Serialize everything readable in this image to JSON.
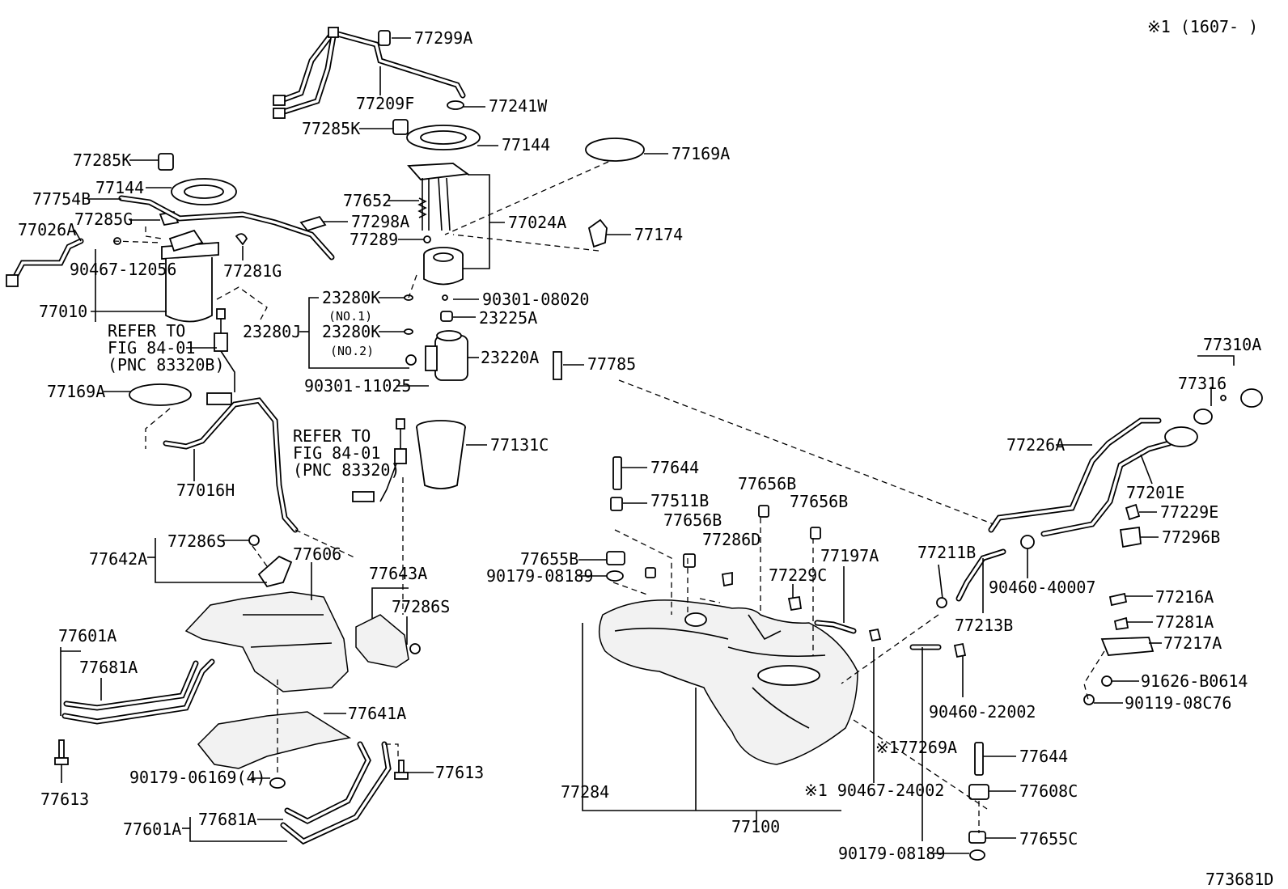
{
  "header": {
    "note": "※1 (1607-       )"
  },
  "footer": {
    "figure_code": "773681D"
  },
  "refer_notes": [
    {
      "line1": "REFER TO",
      "line2": "FIG 84-01",
      "line3": "(PNC 83320B)"
    },
    {
      "line1": "REFER TO",
      "line2": "FIG 84-01",
      "line3": "(PNC 83320)"
    }
  ],
  "sub_notes": {
    "no1": "(NO.1)",
    "no2": "(NO.2)"
  },
  "labels": {
    "p77299A": "77299A",
    "p77209F": "77209F",
    "p77241W": "77241W",
    "p77285K_a": "77285K",
    "p77144_a": "77144",
    "p77169A_a": "77169A",
    "p77285K_b": "77285K",
    "p77144_b": "77144",
    "p77754B": "77754B",
    "p77285G": "77285G",
    "p77026A": "77026A",
    "p90467_12056": "90467-12056",
    "p77010": "77010",
    "p77281G": "77281G",
    "p77652": "77652",
    "p77298A": "77298A",
    "p77289": "77289",
    "p77024A": "77024A",
    "p77174": "77174",
    "p23280K_1": "23280K",
    "p90301_08020": "90301-08020",
    "p23280J": "23280J",
    "p23225A": "23225A",
    "p23280K_2": "23280K",
    "p23220A": "23220A",
    "p90301_11025": "90301-11025",
    "p77785": "77785",
    "p77169A_b": "77169A",
    "p77016H": "77016H",
    "p77131C": "77131C",
    "p77310A": "77310A",
    "p77316": "77316",
    "p77226A": "77226A",
    "p77201E": "77201E",
    "p77229E": "77229E",
    "p77296B": "77296B",
    "p77644_a": "77644",
    "p77656B_a": "77656B",
    "p77511B": "77511B",
    "p77656B_b": "77656B",
    "p77656B_c": "77656B",
    "p77286D": "77286D",
    "p77642A": "77642A",
    "p77286S_a": "77286S",
    "p77606": "77606",
    "p77643A": "77643A",
    "p77655B": "77655B",
    "p90179_08189_a": "90179-08189",
    "p77229C": "77229C",
    "p77197A": "77197A",
    "p77211B": "77211B",
    "p90460_40007": "90460-40007",
    "p77286S_b": "77286S",
    "p77213B": "77213B",
    "p77216A": "77216A",
    "p77281A": "77281A",
    "p77217A": "77217A",
    "p77601A_a": "77601A",
    "p77681A_a": "77681A",
    "p91626_B0614": "91626-B0614",
    "p90119_08C76": "90119-08C76",
    "p77641A": "77641A",
    "p90460_22002": "90460-22002",
    "p77269A": "※177269A",
    "p77613_a": "77613",
    "p90179_06169": "90179-06169(4)",
    "p77613_b": "77613",
    "p77644_b": "77644",
    "p77284": "77284",
    "p90467_24002": "※1 90467-24002",
    "p77608C": "77608C",
    "p77601A_b": "77601A",
    "p77681A_b": "77681A",
    "p77100": "77100",
    "p77655C": "77655C",
    "p90179_08189_b": "90179-08189"
  }
}
